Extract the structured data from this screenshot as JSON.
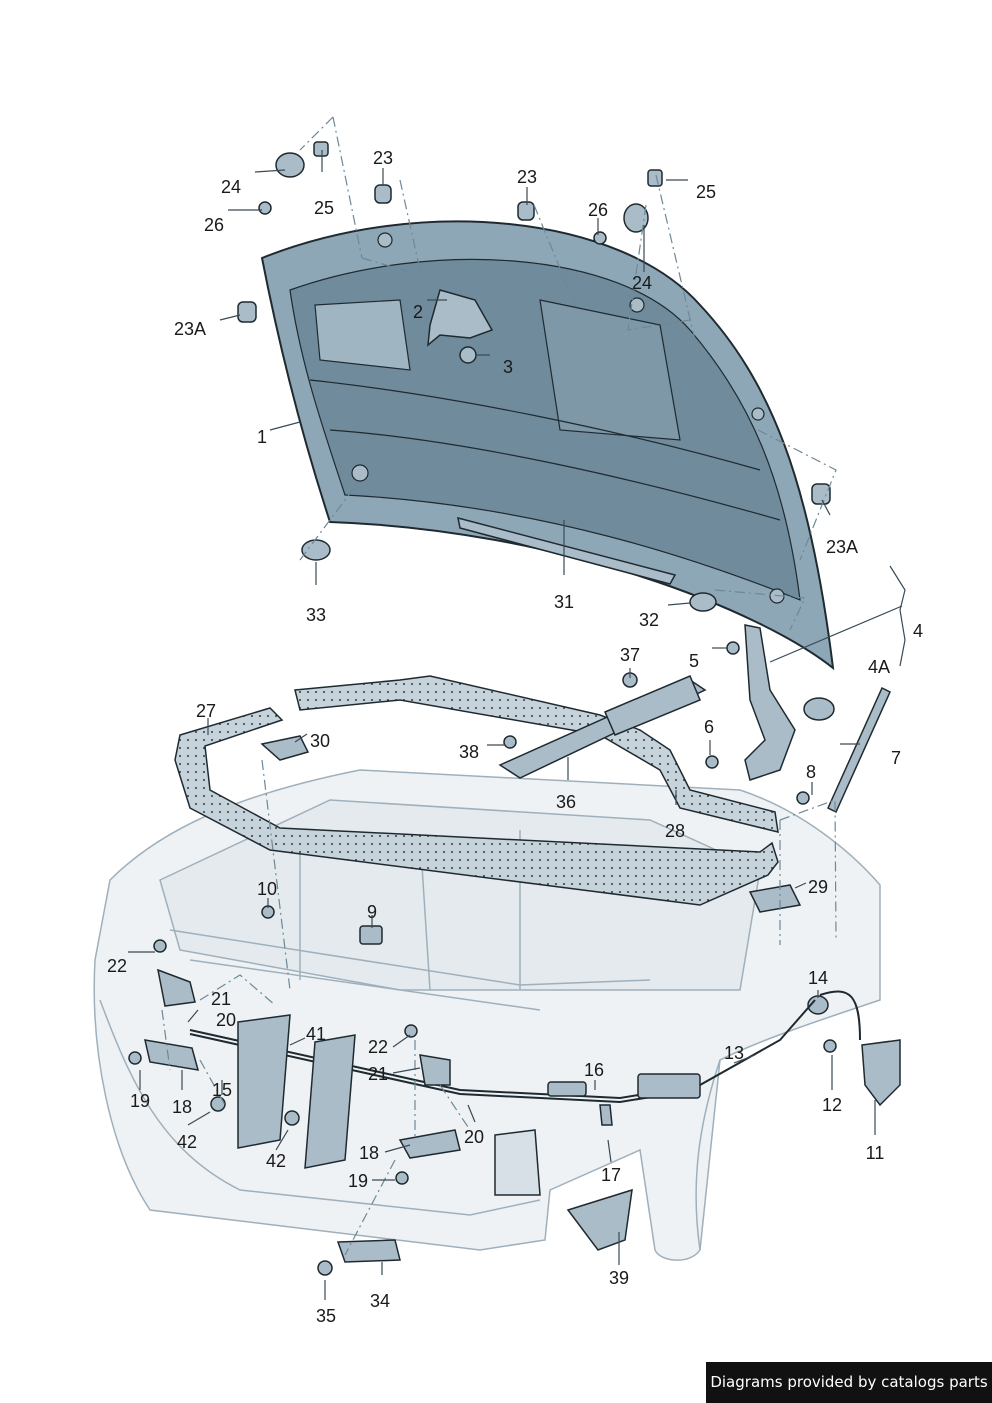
{
  "colors": {
    "hood_fill": "#8ea7b6",
    "hood_dark": "#6f8b9c",
    "part_fill": "#a9bcc8",
    "body_fill": "#eef2f5",
    "outline": "#1f2a30",
    "leader": "#3a4a55",
    "dash": "#6d8898",
    "seal_fill": "#c7d3db",
    "credit_bg": "#111111",
    "credit_text": "#ffffff"
  },
  "callouts": [
    {
      "id": "c24a",
      "text": "24"
    },
    {
      "id": "c25a",
      "text": "25"
    },
    {
      "id": "c26a",
      "text": "26"
    },
    {
      "id": "c23a",
      "text": "23"
    },
    {
      "id": "c23b",
      "text": "23"
    },
    {
      "id": "c26b",
      "text": "26"
    },
    {
      "id": "c25b",
      "text": "25"
    },
    {
      "id": "c24b",
      "text": "24"
    },
    {
      "id": "c23Aa",
      "text": "23A"
    },
    {
      "id": "c2",
      "text": "2"
    },
    {
      "id": "c3",
      "text": "3"
    },
    {
      "id": "c1",
      "text": "1"
    },
    {
      "id": "c23Ab",
      "text": "23A"
    },
    {
      "id": "c33",
      "text": "33"
    },
    {
      "id": "c31",
      "text": "31"
    },
    {
      "id": "c32",
      "text": "32"
    },
    {
      "id": "c4",
      "text": "4"
    },
    {
      "id": "c4A",
      "text": "4A"
    },
    {
      "id": "c5",
      "text": "5"
    },
    {
      "id": "c37",
      "text": "37"
    },
    {
      "id": "c27",
      "text": "27"
    },
    {
      "id": "c30",
      "text": "30"
    },
    {
      "id": "c38",
      "text": "38"
    },
    {
      "id": "c6",
      "text": "6"
    },
    {
      "id": "c7",
      "text": "7"
    },
    {
      "id": "c8",
      "text": "8"
    },
    {
      "id": "c36",
      "text": "36"
    },
    {
      "id": "c28",
      "text": "28"
    },
    {
      "id": "c29",
      "text": "29"
    },
    {
      "id": "c10",
      "text": "10"
    },
    {
      "id": "c9",
      "text": "9"
    },
    {
      "id": "c22a",
      "text": "22"
    },
    {
      "id": "c21a",
      "text": "21"
    },
    {
      "id": "c20a",
      "text": "20"
    },
    {
      "id": "c14",
      "text": "14"
    },
    {
      "id": "c41",
      "text": "41"
    },
    {
      "id": "c22b",
      "text": "22"
    },
    {
      "id": "c21b",
      "text": "21"
    },
    {
      "id": "c16",
      "text": "16"
    },
    {
      "id": "c13",
      "text": "13"
    },
    {
      "id": "c12",
      "text": "12"
    },
    {
      "id": "c19a",
      "text": "19"
    },
    {
      "id": "c18a",
      "text": "18"
    },
    {
      "id": "c15",
      "text": "15"
    },
    {
      "id": "c42a",
      "text": "42"
    },
    {
      "id": "c42b",
      "text": "42"
    },
    {
      "id": "c20b",
      "text": "20"
    },
    {
      "id": "c11",
      "text": "11"
    },
    {
      "id": "c18b",
      "text": "18"
    },
    {
      "id": "c19b",
      "text": "19"
    },
    {
      "id": "c17",
      "text": "17"
    },
    {
      "id": "c39",
      "text": "39"
    },
    {
      "id": "c35",
      "text": "35"
    },
    {
      "id": "c34",
      "text": "34"
    }
  ],
  "credit": "Diagrams provided by catalogs parts"
}
